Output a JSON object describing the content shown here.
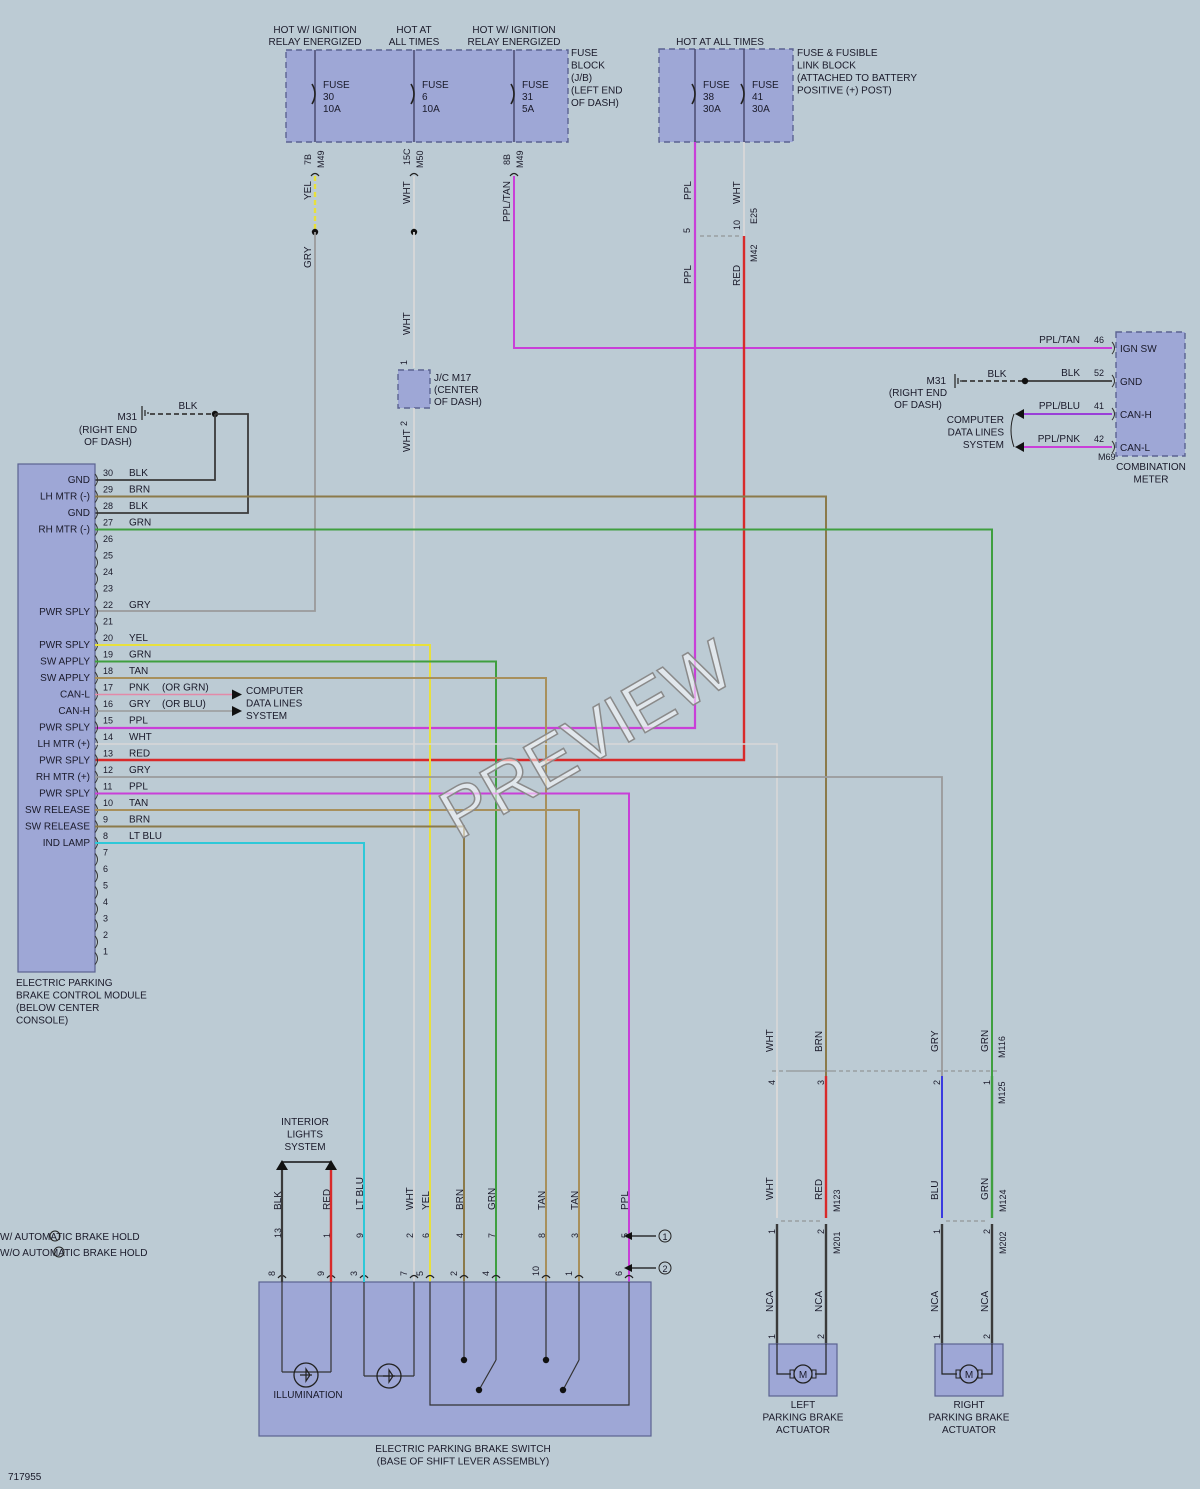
{
  "ecu": {
    "title": [
      "ELECTRIC PARKING",
      "BRAKE CONTROL MODULE",
      "(BELOW CENTER",
      "CONSOLE)"
    ],
    "pins": [
      {
        "pin": "30",
        "func": "GND",
        "color": "BLK"
      },
      {
        "pin": "29",
        "func": "LH MTR (-)",
        "color": "BRN"
      },
      {
        "pin": "28",
        "func": "GND",
        "color": "BLK"
      },
      {
        "pin": "27",
        "func": "RH MTR (-)",
        "color": "GRN"
      },
      {
        "pin": "26",
        "func": "",
        "color": ""
      },
      {
        "pin": "25",
        "func": "",
        "color": ""
      },
      {
        "pin": "24",
        "func": "",
        "color": ""
      },
      {
        "pin": "23",
        "func": "",
        "color": ""
      },
      {
        "pin": "22",
        "func": "PWR SPLY",
        "color": "GRY"
      },
      {
        "pin": "21",
        "func": "",
        "color": ""
      },
      {
        "pin": "20",
        "func": "PWR SPLY",
        "color": "YEL"
      },
      {
        "pin": "19",
        "func": "SW APPLY",
        "color": "GRN"
      },
      {
        "pin": "18",
        "func": "SW APPLY",
        "color": "TAN"
      },
      {
        "pin": "17",
        "func": "CAN-L",
        "color": "PNK",
        "alt": "(OR GRN)"
      },
      {
        "pin": "16",
        "func": "CAN-H",
        "color": "GRY",
        "alt": "(OR BLU)"
      },
      {
        "pin": "15",
        "func": "PWR SPLY",
        "color": "PPL"
      },
      {
        "pin": "14",
        "func": "LH MTR (+)",
        "color": "WHT"
      },
      {
        "pin": "13",
        "func": "PWR SPLY",
        "color": "RED"
      },
      {
        "pin": "12",
        "func": "RH MTR (+)",
        "color": "GRY"
      },
      {
        "pin": "11",
        "func": "PWR SPLY",
        "color": "PPL"
      },
      {
        "pin": "10",
        "func": "SW RELEASE",
        "color": "TAN"
      },
      {
        "pin": "9",
        "func": "SW RELEASE",
        "color": "BRN"
      },
      {
        "pin": "8",
        "func": "IND LAMP",
        "color": "LT BLU"
      },
      {
        "pin": "7",
        "func": "",
        "color": ""
      },
      {
        "pin": "6",
        "func": "",
        "color": ""
      },
      {
        "pin": "5",
        "func": "",
        "color": ""
      },
      {
        "pin": "4",
        "func": "",
        "color": ""
      },
      {
        "pin": "3",
        "func": "",
        "color": ""
      },
      {
        "pin": "2",
        "func": "",
        "color": ""
      },
      {
        "pin": "1",
        "func": "",
        "color": ""
      }
    ],
    "can_note": [
      "COMPUTER",
      "DATA LINES",
      "SYSTEM"
    ]
  },
  "fuse_block": {
    "headers": [
      [
        "HOT W/ IGNITION",
        "RELAY ENERGIZED"
      ],
      [
        "HOT AT",
        "ALL TIMES"
      ],
      [
        "HOT W/ IGNITION",
        "RELAY ENERGIZED"
      ]
    ],
    "fuses": [
      [
        "FUSE",
        "30",
        "10A"
      ],
      [
        "FUSE",
        "6",
        "10A"
      ],
      [
        "FUSE",
        "31",
        "5A"
      ]
    ],
    "title": [
      "FUSE",
      "BLOCK",
      "(J/B)",
      "(LEFT END",
      "OF DASH)"
    ],
    "pins": [
      [
        "7B",
        "M49"
      ],
      [
        "15C",
        "M50"
      ],
      [
        "8B",
        "M49"
      ]
    ],
    "wire_colors_top": [
      "YEL",
      "WHT",
      "PPL/TAN"
    ]
  },
  "fusible_link_block": {
    "header": "HOT AT ALL TIMES",
    "fuses": [
      [
        "FUSE",
        "38",
        "30A"
      ],
      [
        "FUSE",
        "41",
        "30A"
      ]
    ],
    "title": [
      "FUSE & FUSIBLE",
      "LINK BLOCK",
      "(ATTACHED TO BATTERY",
      "POSITIVE (+) POST)"
    ],
    "wire_colors_top": [
      "PPL",
      "WHT"
    ],
    "conn_pins": [
      "5",
      "10"
    ],
    "conn_ids": [
      "E25",
      "M42"
    ],
    "wire_colors_bottom": [
      "PPL",
      "RED"
    ]
  },
  "gry_wire": "GRY",
  "jc": {
    "title": [
      "J/C M17",
      "(CENTER",
      "OF DASH)"
    ],
    "pin_top": "1",
    "pin_bot": "2",
    "wire_top": "WHT",
    "wire_bot": "WHT"
  },
  "ground_left": {
    "conn": "M31",
    "wire": "BLK",
    "note": [
      "(RIGHT END",
      "OF DASH)"
    ]
  },
  "combination_meter": {
    "title": [
      "COMBINATION",
      "METER"
    ],
    "conn": "M69",
    "pins": [
      {
        "pin": "46",
        "func": "IGN SW",
        "color": "PPL/TAN"
      },
      {
        "pin": "52",
        "func": "GND",
        "color": "BLK"
      },
      {
        "pin": "41",
        "func": "CAN-H",
        "color": "PPL/BLU"
      },
      {
        "pin": "42",
        "func": "CAN-L",
        "color": "PPL/PNK"
      }
    ],
    "ground": {
      "conn": "M31",
      "wire": "BLK",
      "note": [
        "(RIGHT END",
        "OF DASH)"
      ]
    },
    "can_note": [
      "COMPUTER",
      "DATA LINES",
      "SYSTEM"
    ]
  },
  "switch": {
    "title": [
      "ELECTRIC PARKING BRAKE SWITCH",
      "(BASE OF SHIFT LEVER ASSEMBLY)"
    ],
    "illumination": "ILLUMINATION",
    "interior": [
      "INTERIOR",
      "LIGHTS",
      "SYSTEM"
    ],
    "wires": [
      {
        "color": "BLK",
        "pin1": "13",
        "pin2": "8"
      },
      {
        "color": "RED",
        "pin1": "1",
        "pin2": "9"
      },
      {
        "color": "LT BLU",
        "pin1": "9",
        "pin2": "3"
      },
      {
        "color": "WHT",
        "pin1": "2",
        "pin2": "7"
      },
      {
        "color": "YEL",
        "pin1": "6",
        "pin2": "5"
      },
      {
        "color": "BRN",
        "pin1": "4",
        "pin2": "2"
      },
      {
        "color": "GRN",
        "pin1": "7",
        "pin2": "4"
      },
      {
        "color": "TAN",
        "pin1": "8",
        "pin2": "10"
      },
      {
        "color": "TAN",
        "pin1": "3",
        "pin2": "1"
      },
      {
        "color": "PPL",
        "pin1": "5",
        "pin2": "6"
      }
    ],
    "notes": [
      "W/ AUTOMATIC BRAKE HOLD",
      "W/O AUTOMATIC BRAKE HOLD"
    ],
    "markers": [
      "1",
      "2"
    ]
  },
  "left_actuator": {
    "title": [
      "LEFT",
      "PARKING BRAKE",
      "ACTUATOR"
    ],
    "upper": {
      "colors": [
        "WHT",
        "BRN"
      ],
      "pins": [
        "4",
        "3"
      ]
    },
    "mid": {
      "colors": [
        "WHT",
        "RED"
      ],
      "conn": "M123"
    },
    "lower": {
      "pins": [
        "1",
        "2"
      ],
      "conn": "M201",
      "colors": [
        "NCA",
        "NCA"
      ],
      "apins": [
        "1",
        "2"
      ]
    }
  },
  "right_actuator": {
    "title": [
      "RIGHT",
      "PARKING BRAKE",
      "ACTUATOR"
    ],
    "upper": {
      "colors": [
        "GRY",
        "GRN"
      ],
      "pins": [
        "2",
        "1"
      ],
      "conns": [
        "M116",
        "M125"
      ]
    },
    "mid": {
      "colors": [
        "BLU",
        "GRN"
      ],
      "conn": "M124"
    },
    "lower": {
      "pins": [
        "1",
        "2"
      ],
      "conn": "M202",
      "colors": [
        "NCA",
        "NCA"
      ],
      "apins": [
        "1",
        "2"
      ]
    }
  },
  "motor_symbol": "M",
  "diagram_id": "717955",
  "watermark": "PREVIEW",
  "colors": {
    "BLK": "#3a3a3a",
    "BRN": "#8b7a4a",
    "GRN": "#3f9f3f",
    "GRY": "#9a9a9a",
    "YEL": "#e8e03c",
    "TAN": "#a8905c",
    "PNK": "#e38aa8",
    "PPL": "#c93fd8",
    "WHT": "#d8d8d8",
    "RED": "#d82a2a",
    "LTBLU": "#2ec8d8",
    "BLU": "#3a3ae0",
    "PPLTAN": "#c93fd8",
    "PPLBLU": "#9a3fd8",
    "PPLPNK": "#c93fd8",
    "box": "#9ea7d6",
    "bg": "#bccbd4"
  }
}
